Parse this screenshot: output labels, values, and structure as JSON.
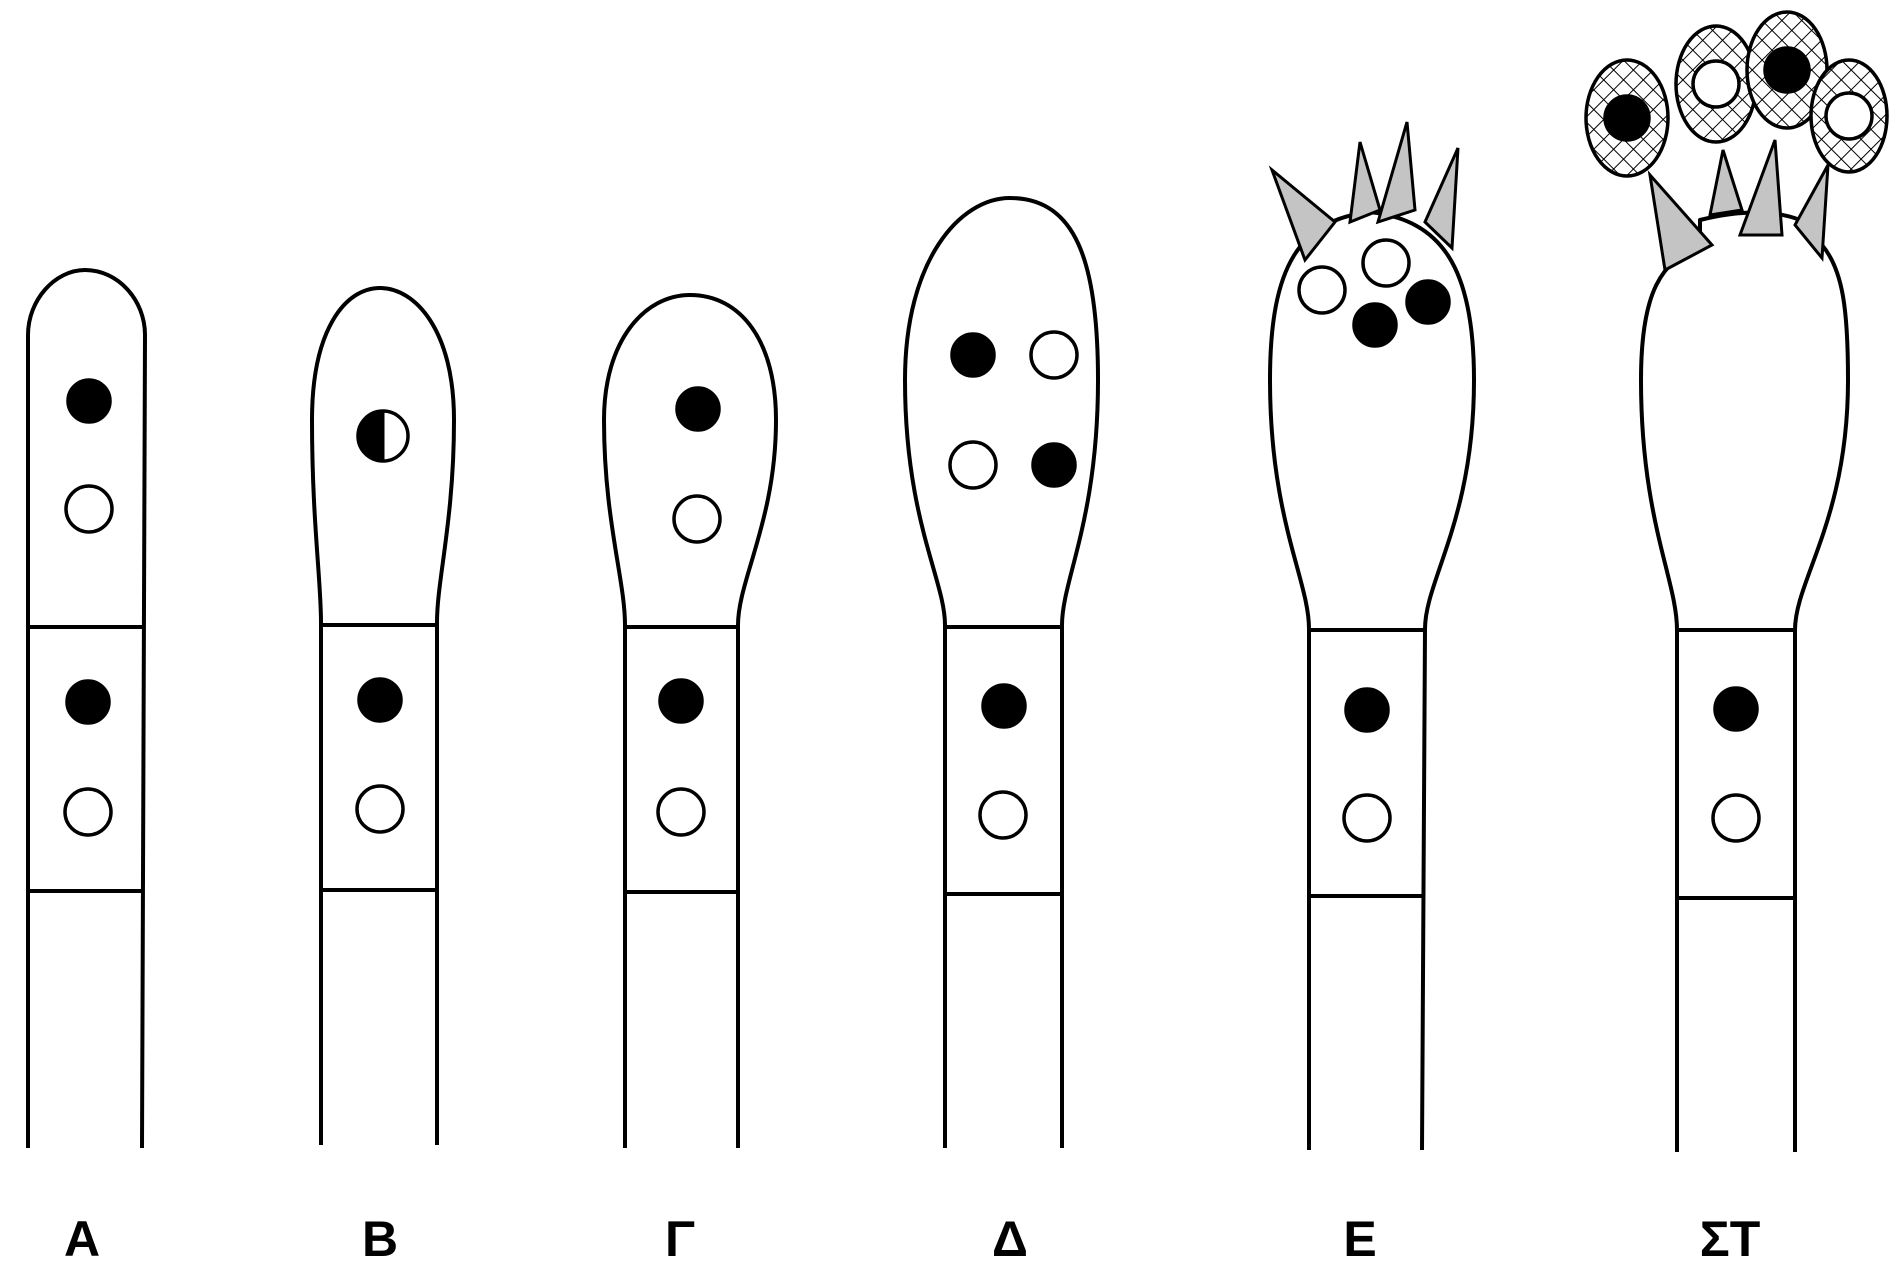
{
  "caption_fragment": "",
  "stages": [
    {
      "label": "Α"
    },
    {
      "label": "Β"
    },
    {
      "label": "Γ"
    },
    {
      "label": "Δ"
    },
    {
      "label": "Ε"
    },
    {
      "label": "ΣΤ"
    }
  ],
  "colors": {
    "outline": "#000000",
    "background": "#ffffff",
    "sterigma_fill": "#c4c4c4",
    "dark_nucleus": "#000000",
    "light_nucleus": "#ffffff"
  }
}
